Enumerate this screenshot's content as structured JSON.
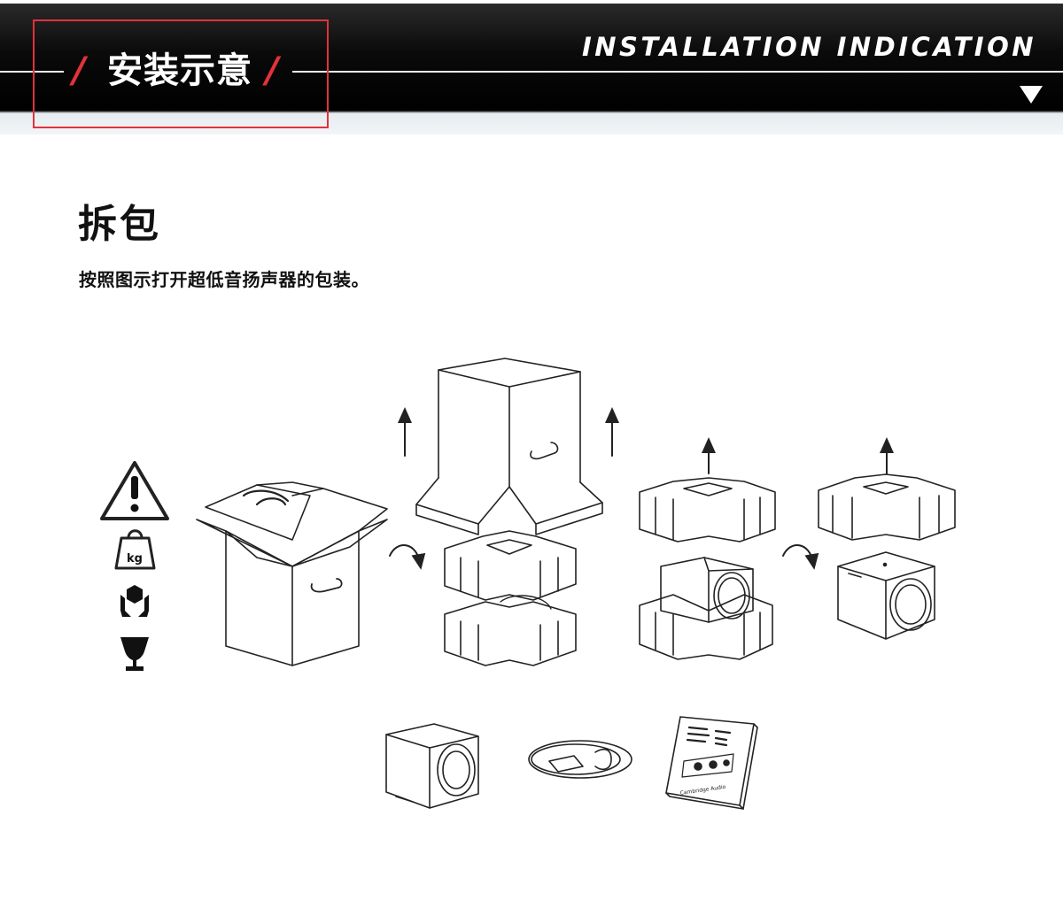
{
  "header": {
    "title": "安装示意",
    "title_en": "INSTALLATION INDICATION",
    "accent_color": "#e2323a"
  },
  "section": {
    "title": "拆包",
    "description": "按照图示打开超低音扬声器的包装。"
  },
  "warning_icons": [
    "warning-icon",
    "weight-kg-icon",
    "handle-with-care-icon",
    "fragile-icon"
  ],
  "weight_icon_label": "kg",
  "manual_brand_text": "Cambridge Audio"
}
